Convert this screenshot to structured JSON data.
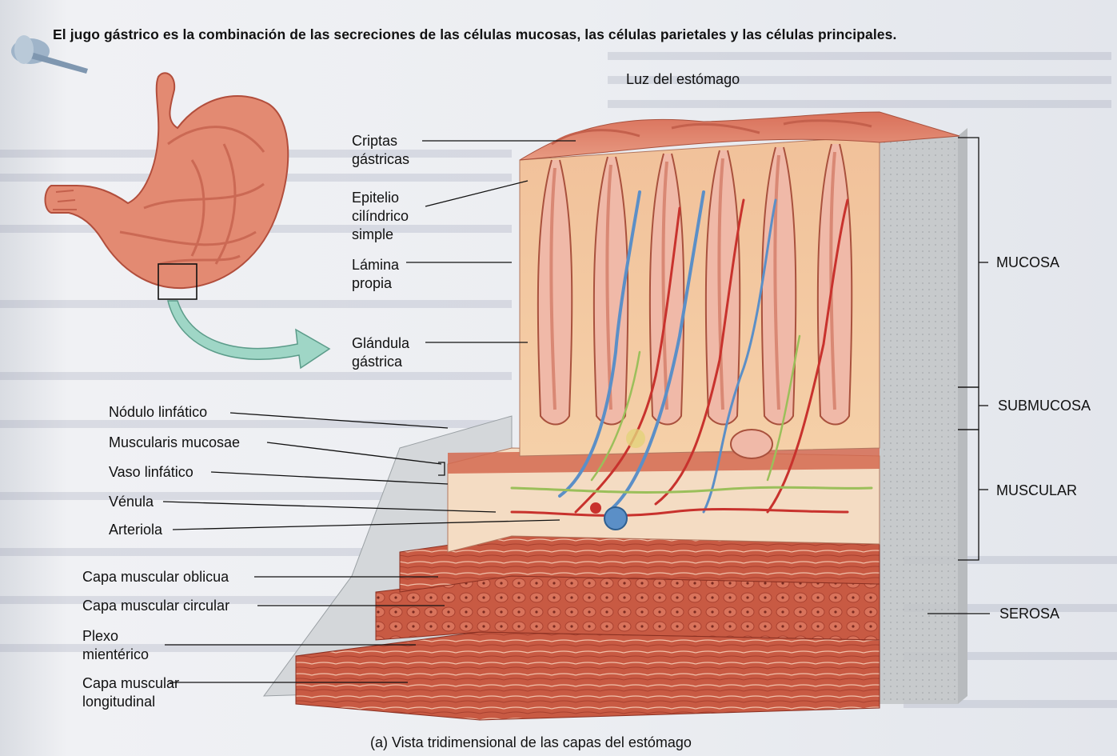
{
  "title": "El jugo gástrico es la combinación de las secreciones de las células mucosas, las células parietales y las células principales.",
  "caption": "(a) Vista tridimensional de las capas del estómago",
  "top_label": "Luz del estómago",
  "left_labels": {
    "criptas_line1": "Criptas",
    "criptas_line2": "gástricas",
    "epitelio_line1": "Epitelio",
    "epitelio_line2": "cilíndrico",
    "epitelio_line3": "simple",
    "lamina_line1": "Lámina",
    "lamina_line2": "propia",
    "glandula_line1": "Glándula",
    "glandula_line2": "gástrica",
    "nodulo": "Nódulo linfático",
    "muscularis": "Muscularis mucosae",
    "vaso": "Vaso linfático",
    "venula": "Vénula",
    "arteriola": "Arteriola",
    "oblicua": "Capa muscular oblicua",
    "circular": "Capa muscular circular",
    "plexo_line1": "Plexo",
    "plexo_line2": "mientérico",
    "longitudinal_line1": "Capa muscular",
    "longitudinal_line2": "longitudinal"
  },
  "right_labels": {
    "mucosa": "MUCOSA",
    "submucosa": "SUBMUCOSA",
    "muscular": "MUSCULAR",
    "serosa": "SEROSA"
  },
  "colors": {
    "mucosa": "#e6927a",
    "gland": "#f0b9a8",
    "muscle": "#c9553f",
    "vein": "#5b8fc7",
    "artery": "#c8322d",
    "lymph": "#9bbf5a",
    "arrow": "#9fd6c6"
  }
}
